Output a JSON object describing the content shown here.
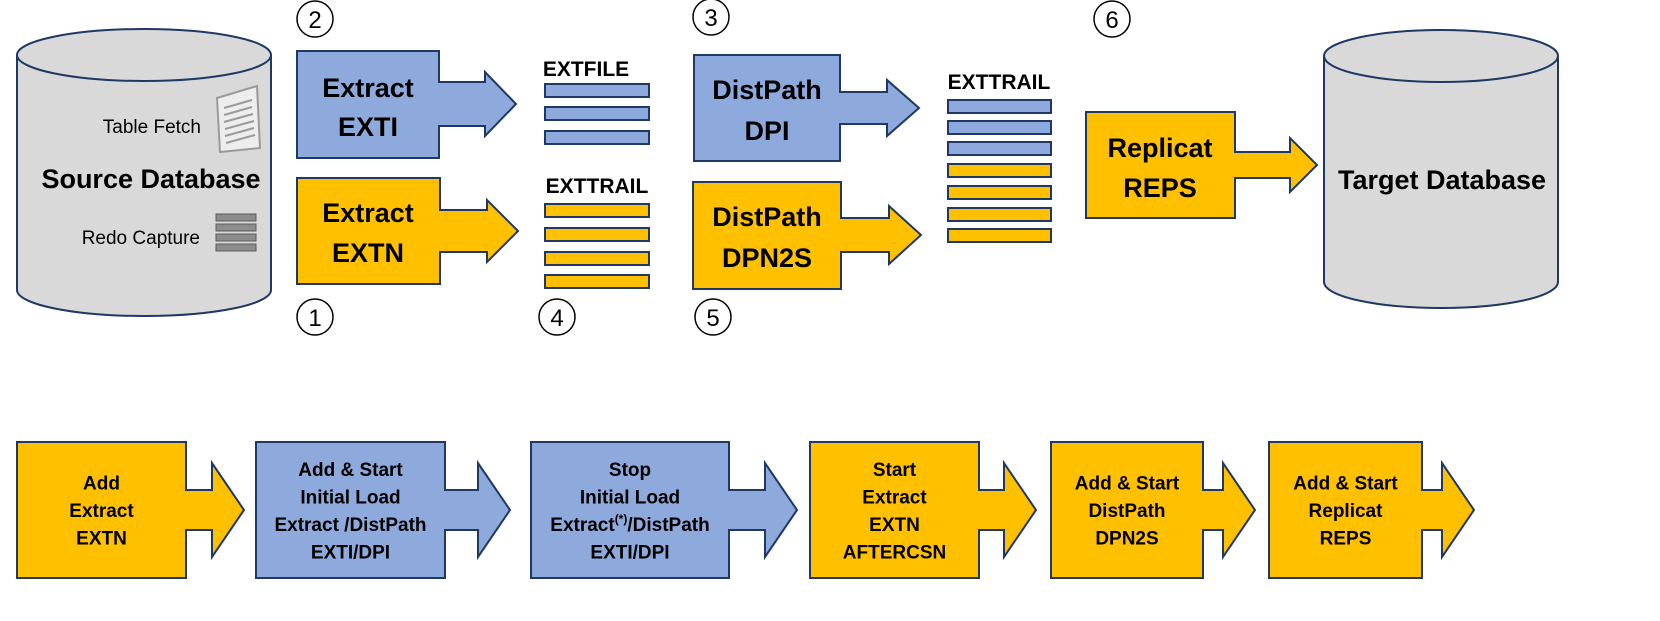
{
  "colors": {
    "blue_fill": "#8EA9DB",
    "yellow_fill": "#FFC000",
    "stroke": "#1F3864",
    "cylinder_fill": "#D9D9D9",
    "text": "#000000"
  },
  "databases": {
    "source": {
      "label": "Source Database",
      "table_fetch": "Table Fetch",
      "redo_capture": "Redo Capture",
      "icon_doc": "document-icon",
      "icon_stack": "stack-icon"
    },
    "target": {
      "label": "Target Database"
    }
  },
  "step_numbers": {
    "n1": "①",
    "n2": "②",
    "n3": "③",
    "n4": "④",
    "n5": "⑤",
    "n6": "⑥"
  },
  "processes": {
    "exti": {
      "line1": "Extract",
      "line2": "EXTI",
      "color": "blue"
    },
    "extn": {
      "line1": "Extract",
      "line2": "EXTN",
      "color": "yellow"
    },
    "dpi": {
      "line1": "DistPath",
      "line2": "DPI",
      "color": "blue"
    },
    "dpn2s": {
      "line1": "DistPath",
      "line2": "DPN2S",
      "color": "yellow"
    },
    "reps": {
      "line1": "Replicat",
      "line2": "REPS",
      "color": "yellow"
    }
  },
  "files": {
    "extfile": {
      "label": "EXTFILE"
    },
    "exttrail_mid": {
      "label": "EXTTRAIL"
    },
    "exttrail_right": {
      "label": "EXTTRAIL"
    }
  },
  "sequence": [
    {
      "lines": [
        "Add",
        "Extract",
        "EXTN"
      ],
      "color": "yellow"
    },
    {
      "lines": [
        "Add & Start",
        "Initial Load",
        "Extract /DistPath",
        "EXTI/DPI"
      ],
      "color": "blue"
    },
    {
      "lines": [
        "Stop",
        "Initial Load",
        "Extract(*)/DistPath",
        "EXTI/DPI"
      ],
      "color": "blue"
    },
    {
      "lines": [
        "Start",
        "Extract",
        "EXTN",
        "AFTERCSN"
      ],
      "color": "yellow"
    },
    {
      "lines": [
        "Add & Start",
        "DistPath",
        "DPN2S"
      ],
      "color": "yellow"
    },
    {
      "lines": [
        "Add & Start",
        "Replicat",
        "REPS"
      ],
      "color": "yellow"
    }
  ]
}
